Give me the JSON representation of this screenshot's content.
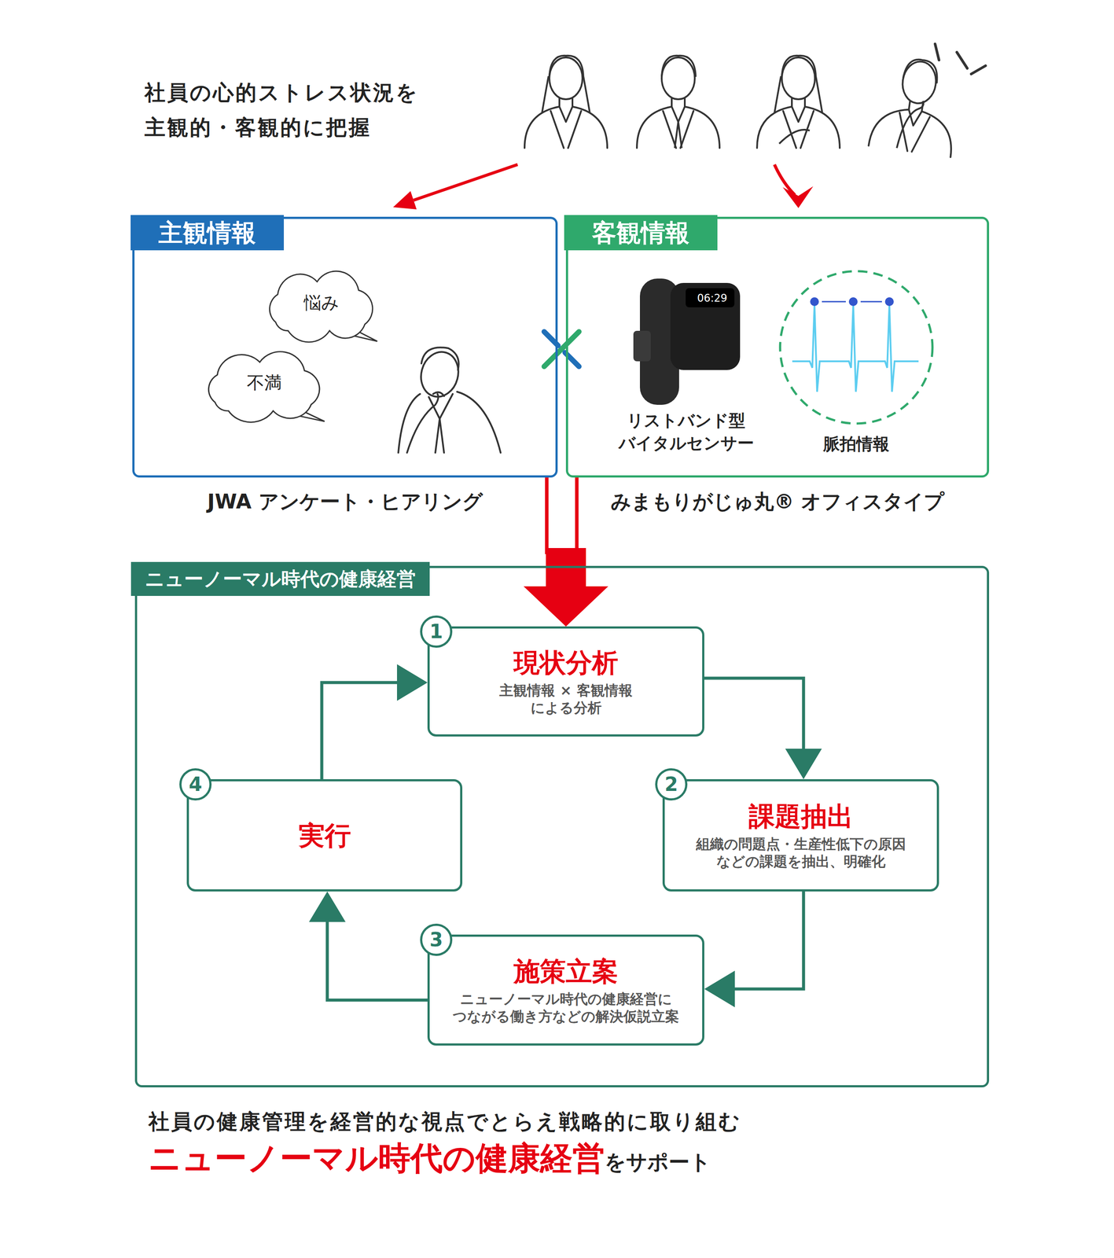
{
  "diagram": {
    "title": "社員の心的ストレス状況を 主観的・客観的に把握",
    "caption": "社員の健康管理を経営的な視点でとらえ戦略的に取り組む",
    "nodes": [
      {
        "text": [
          "主観情報",
          "JWA アンケート・ヒアリング"
        ]
      },
      {
        "text": [
          "悩み"
        ],
        "in": 0
      },
      {
        "text": [
          "不満"
        ],
        "in": 0
      },
      {
        "text": [
          "客観情報",
          "みまもりがじゅ丸® オフィスタイプ"
        ]
      },
      {
        "text": [
          "ニューノーマル時代の健康経営"
        ]
      },
      {
        "text": [
          "現状分析",
          "主観情報 × 客観情報 による分析"
        ],
        "in": 4
      },
      {
        "text": [
          "課題抽出",
          "組織の問題点・生産性低下の原因 などの課題を抽出、明確化"
        ],
        "in": 4
      },
      {
        "text": [
          "施策立案",
          "ニューノーマル時代の健康経営に つながる働き方などの解決仮説立案"
        ],
        "in": 4
      },
      {
        "text": [
          "実行"
        ],
        "in": 4
      }
    ],
    "edges": [
      {
        "from": 0,
        "to": 5,
        "arrow": "to"
      },
      {
        "from": 3,
        "to": 5,
        "arrow": "to"
      },
      {
        "from": 5,
        "to": 6,
        "arrow": "to"
      },
      {
        "from": 6,
        "to": 7,
        "arrow": "to"
      },
      {
        "from": 7,
        "to": 8,
        "arrow": "to"
      },
      {
        "from": 8,
        "to": 5,
        "arrow": "to"
      }
    ],
    "labels": [
      "06:29",
      "リストバンド型 バイタルセンサー",
      "脈拍情報",
      "1",
      "2",
      "3",
      "4",
      "ニューノーマル時代の健康経営",
      "をサポート"
    ]
  }
}
